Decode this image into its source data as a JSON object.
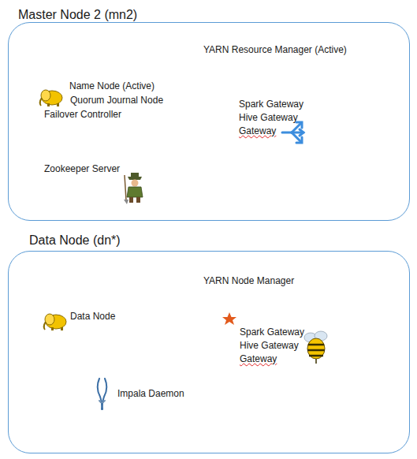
{
  "diagram": {
    "nodes": [
      {
        "text": [
          "Master Node 2 (mn2)",
          "YARN Resource Manager (Active)",
          "Name Node (Active)",
          "Quorum Journal Node",
          "Failover Controller",
          "Spark Gateway",
          "Hive Gateway",
          "Gateway",
          "Zookeeper Server"
        ]
      },
      {
        "text": [
          "Data Node (dn*)",
          "YARN Node Manager",
          "Data Node",
          "Spark Gateway",
          "Hive Gateway",
          "Gateway",
          "Impala Daemon"
        ]
      }
    ]
  }
}
